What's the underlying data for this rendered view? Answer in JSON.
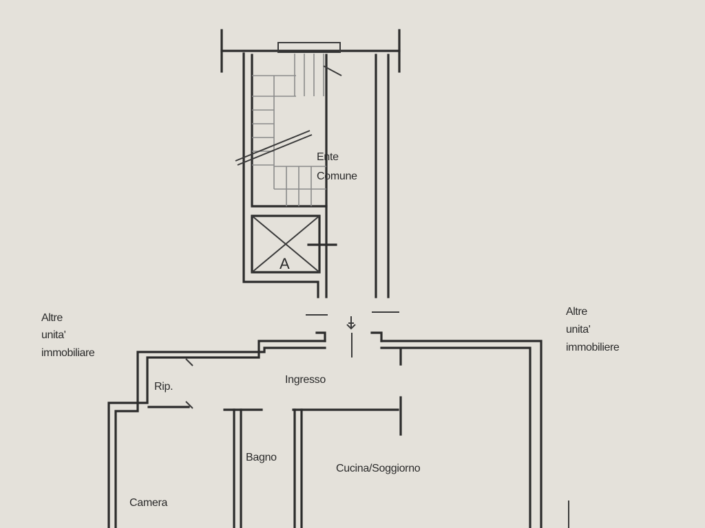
{
  "floor_plan": {
    "rooms": {
      "common_area_line1": "Ente",
      "common_area_line2": "Comune",
      "elevator": "A",
      "storage": "Rip.",
      "entrance": "Ingresso",
      "bathroom": "Bagno",
      "kitchen_living": "Cucina/Soggiorno",
      "bedroom": "Camera"
    },
    "neighbors_left": [
      "Altre",
      "unita'",
      "immobiliare"
    ],
    "neighbors_right": [
      "Altre",
      "unita'",
      "immobiliere"
    ]
  },
  "colors": {
    "paper": "#e4e1da",
    "ink": "#2b2b2b"
  }
}
